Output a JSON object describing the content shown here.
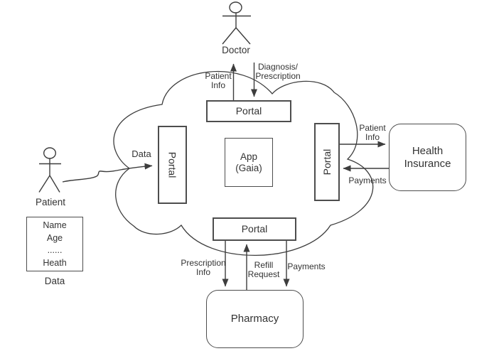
{
  "canvas": {
    "background": "#ffffff",
    "line_color": "#3d3d3d",
    "box_border_color": "#4d4d4d",
    "text_color": "#333333"
  },
  "actors": {
    "doctor": "Doctor",
    "patient": "Patient"
  },
  "nodes": {
    "portal_top": "Portal",
    "portal_left": "Portal",
    "portal_right": "Portal",
    "portal_bottom": "Portal",
    "app": "App\n(Gaia)",
    "health_insurance": "Health\nInsurance",
    "pharmacy": "Pharmacy"
  },
  "data_box": {
    "lines": [
      "Name",
      "Age",
      "......",
      "Heath"
    ],
    "caption": "Data"
  },
  "edges": {
    "patient_info_to_doctor": "Patient\nInfo",
    "diagnosis_prescription": "Diagnosis/\nPrescription",
    "patient_data": "Data",
    "patient_info_to_insurance": "Patient\nInfo",
    "payments_from_insurance": "Payments",
    "prescription_info": "Prescription\nInfo",
    "refill_request": "Refill\nRequest",
    "payments_to_pharmacy": "Payments"
  }
}
